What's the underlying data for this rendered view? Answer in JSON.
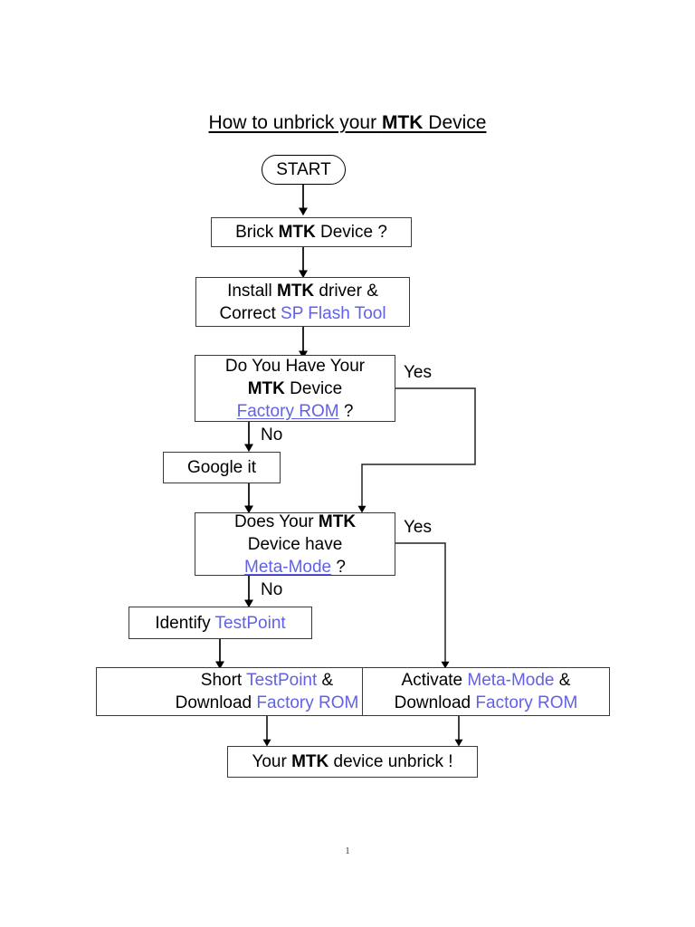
{
  "document": {
    "title_parts": [
      {
        "text": "How to unbrick your ",
        "style": "plain"
      },
      {
        "text": "MTK",
        "style": "bold"
      },
      {
        "text": " Device",
        "style": "plain"
      }
    ],
    "title_plain": "How to unbrick your MTK Device",
    "page_number": "1"
  },
  "colors": {
    "link": "#6161e8",
    "stroke": "#3a3a3a",
    "text": "#000000",
    "background": "#ffffff"
  },
  "flowchart": {
    "type": "flowchart",
    "nodes": [
      {
        "id": "start",
        "shape": "terminator",
        "lines": [
          [
            {
              "text": "START",
              "style": "plain"
            }
          ]
        ],
        "plain": "START"
      },
      {
        "id": "brick",
        "shape": "process",
        "lines": [
          [
            {
              "text": "Brick ",
              "style": "plain"
            },
            {
              "text": "MTK",
              "style": "bold"
            },
            {
              "text": " Device ?",
              "style": "plain"
            }
          ]
        ],
        "plain": "Brick MTK Device ?"
      },
      {
        "id": "install",
        "shape": "process",
        "lines": [
          [
            {
              "text": "Install ",
              "style": "plain"
            },
            {
              "text": "MTK",
              "style": "bold"
            },
            {
              "text": " driver &",
              "style": "plain"
            }
          ],
          [
            {
              "text": "Correct ",
              "style": "plain"
            },
            {
              "text": "SP Flash Tool",
              "style": "link"
            }
          ]
        ],
        "plain": "Install MTK driver & Correct SP Flash Tool"
      },
      {
        "id": "have-rom",
        "shape": "decision",
        "lines": [
          [
            {
              "text": "Do You Have Your",
              "style": "plain"
            }
          ],
          [
            {
              "text": "MTK",
              "style": "bold"
            },
            {
              "text": " Device",
              "style": "plain"
            }
          ],
          [
            {
              "text": "Factory ROM",
              "style": "link-underline"
            },
            {
              "text": " ?",
              "style": "plain"
            }
          ]
        ],
        "plain": "Do You Have Your MTK Device Factory ROM ?"
      },
      {
        "id": "google",
        "shape": "process",
        "lines": [
          [
            {
              "text": "Google it",
              "style": "plain"
            }
          ]
        ],
        "plain": "Google it"
      },
      {
        "id": "have-meta",
        "shape": "decision",
        "lines": [
          [
            {
              "text": "Does Your ",
              "style": "plain"
            },
            {
              "text": "MTK",
              "style": "bold"
            }
          ],
          [
            {
              "text": "Device have",
              "style": "plain"
            }
          ],
          [
            {
              "text": "Meta-Mode",
              "style": "link-underline"
            },
            {
              "text": " ?",
              "style": "plain"
            }
          ]
        ],
        "plain": "Does Your MTK Device have Meta-Mode ?"
      },
      {
        "id": "identify-testpoint",
        "shape": "process",
        "lines": [
          [
            {
              "text": "Identify ",
              "style": "plain"
            },
            {
              "text": "TestPoint",
              "style": "link"
            }
          ]
        ],
        "plain": "Identify TestPoint"
      },
      {
        "id": "short-testpoint",
        "shape": "process",
        "lines": [
          [
            {
              "text": "Short ",
              "style": "plain"
            },
            {
              "text": "TestPoint",
              "style": "link"
            },
            {
              "text": " &",
              "style": "plain"
            }
          ],
          [
            {
              "text": "Download ",
              "style": "plain"
            },
            {
              "text": "Factory ROM",
              "style": "link"
            }
          ]
        ],
        "plain": "Short TestPoint & Download Factory ROM"
      },
      {
        "id": "activate-meta",
        "shape": "process",
        "lines": [
          [
            {
              "text": "Activate ",
              "style": "plain"
            },
            {
              "text": "Meta-Mode",
              "style": "link"
            },
            {
              "text": " &",
              "style": "plain"
            }
          ],
          [
            {
              "text": "Download ",
              "style": "plain"
            },
            {
              "text": "Factory ROM",
              "style": "link"
            }
          ]
        ],
        "plain": "Activate Meta-Mode & Download Factory ROM"
      },
      {
        "id": "unbrick",
        "shape": "process",
        "lines": [
          [
            {
              "text": "Your ",
              "style": "plain"
            },
            {
              "text": "MTK",
              "style": "bold"
            },
            {
              "text": " device unbrick !",
              "style": "plain"
            }
          ]
        ],
        "plain": "Your MTK device unbrick !"
      }
    ],
    "edge_labels": [
      {
        "id": "yes-rom",
        "text": "Yes"
      },
      {
        "id": "no-rom",
        "text": "No"
      },
      {
        "id": "yes-meta",
        "text": "Yes"
      },
      {
        "id": "no-meta",
        "text": "No"
      }
    ],
    "edges": [
      {
        "from": "start",
        "to": "brick",
        "label": ""
      },
      {
        "from": "brick",
        "to": "install",
        "label": ""
      },
      {
        "from": "install",
        "to": "have-rom",
        "label": ""
      },
      {
        "from": "have-rom",
        "to": "google",
        "label": "No"
      },
      {
        "from": "have-rom",
        "to": "have-meta",
        "label": "Yes"
      },
      {
        "from": "google",
        "to": "have-meta",
        "label": ""
      },
      {
        "from": "have-meta",
        "to": "identify-testpoint",
        "label": "No"
      },
      {
        "from": "have-meta",
        "to": "activate-meta",
        "label": "Yes"
      },
      {
        "from": "identify-testpoint",
        "to": "short-testpoint",
        "label": ""
      },
      {
        "from": "short-testpoint",
        "to": "unbrick",
        "label": ""
      },
      {
        "from": "activate-meta",
        "to": "unbrick",
        "label": ""
      }
    ]
  }
}
